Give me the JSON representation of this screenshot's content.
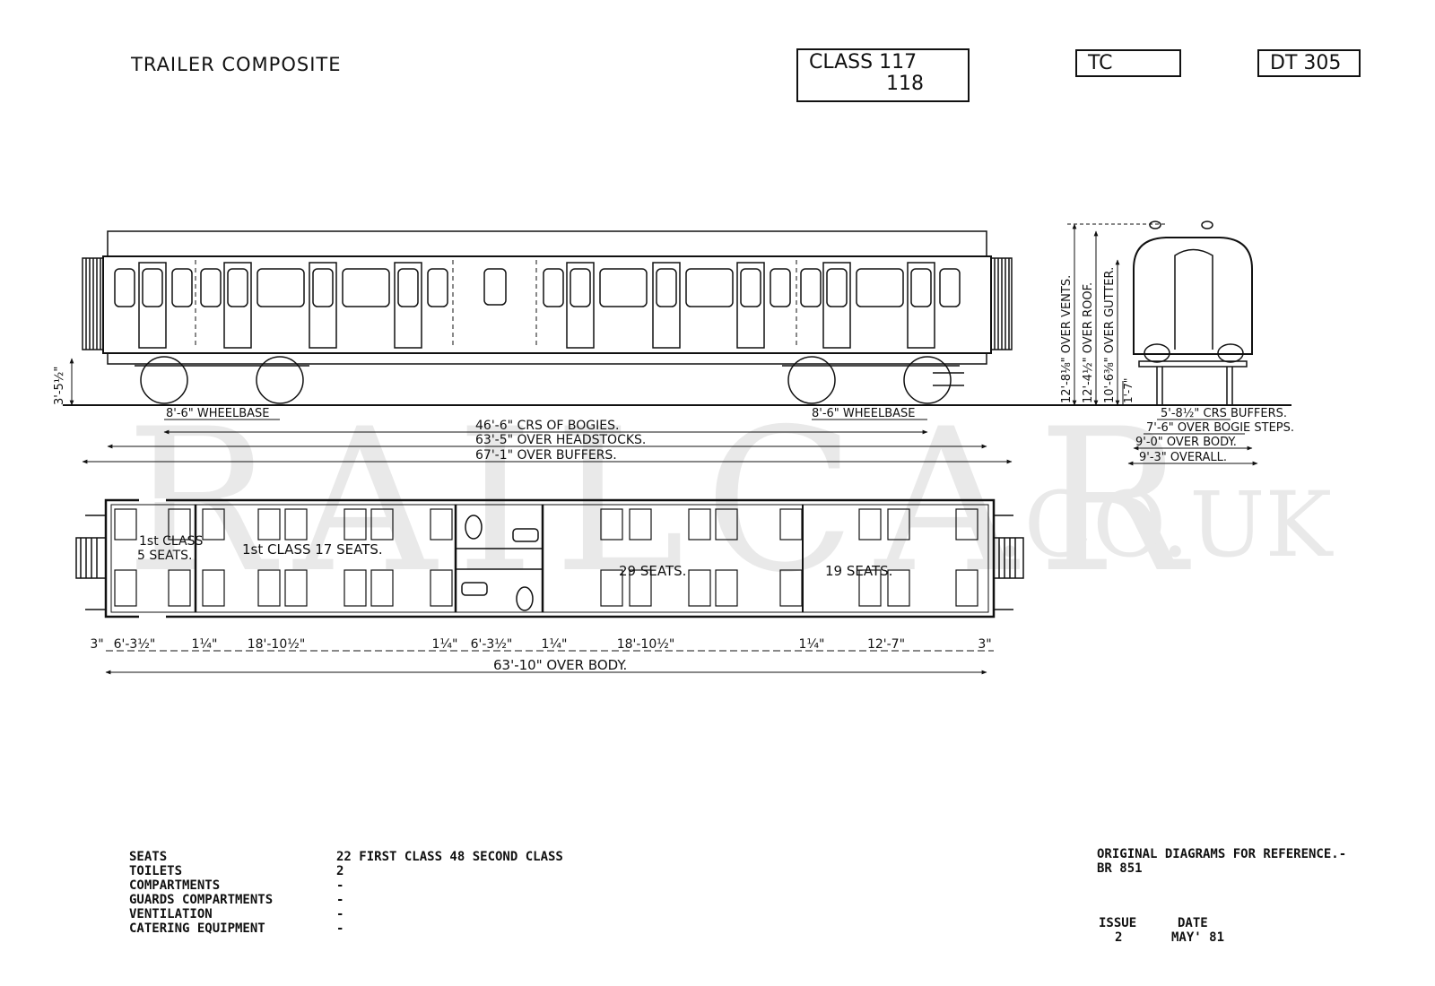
{
  "header": {
    "title": "TRAILER COMPOSITE",
    "class_line1": "CLASS 117",
    "class_line2": "118",
    "type_code": "TC",
    "diagram_no": "DT 305"
  },
  "watermark": {
    "main": "RAILCAR",
    "suffix": ".CO.UK"
  },
  "side_view": {
    "height_to_floor": "3'-5½\"",
    "wheelbase_left": "8'-6\" WHEELBASE",
    "wheelbase_right": "8'-6\" WHEELBASE",
    "crs_of_bogies": "46'-6\" CRS OF BOGIES.",
    "over_headstocks": "63'-5\" OVER HEADSTOCKS.",
    "over_buffers": "67'-1\" OVER BUFFERS."
  },
  "end_view": {
    "over_vents": "12'-8⅛\" OVER VENTS.",
    "over_roof": "12'-4½\" OVER ROOF.",
    "over_gutter": "10'-6⅜\" OVER GUTTER.",
    "buffer_height": "1'-7\"",
    "crs_buffers": "5'-8½\" CRS BUFFERS.",
    "over_bogie_steps": "7'-6\" OVER BOGIE STEPS.",
    "over_body": "9'-0\" OVER BODY.",
    "overall": "9'-3\" OVERALL."
  },
  "plan_view": {
    "first_small_l1": "1st CLASS",
    "first_small_l2": "5 SEATS.",
    "first_main": "1st CLASS 17 SEATS.",
    "second_a": "29 SEATS.",
    "second_b": "19 SEATS.",
    "dims": [
      "3\"",
      "6'-3½\"",
      "1¼\"",
      "18'-10½\"",
      "1¼\"",
      "6'-3½\"",
      "1¼\"",
      "18'-10½\"",
      "1¼\"",
      "12'-7\"",
      "3\""
    ],
    "over_body": "63'-10\" OVER BODY."
  },
  "specs": [
    {
      "label": "SEATS",
      "value": "22 FIRST CLASS 48 SECOND CLASS"
    },
    {
      "label": "TOILETS",
      "value": "2"
    },
    {
      "label": "COMPARTMENTS",
      "value": "-"
    },
    {
      "label": "GUARDS COMPARTMENTS",
      "value": "-"
    },
    {
      "label": "VENTILATION",
      "value": "-"
    },
    {
      "label": "CATERING EQUIPMENT",
      "value": "-"
    }
  ],
  "reference": {
    "line1": "ORIGINAL DIAGRAMS FOR REFERENCE.-",
    "line2": "BR 851"
  },
  "issue": {
    "issue_label": "ISSUE",
    "issue_value": "2",
    "date_label": "DATE",
    "date_value": "MAY' 81"
  }
}
